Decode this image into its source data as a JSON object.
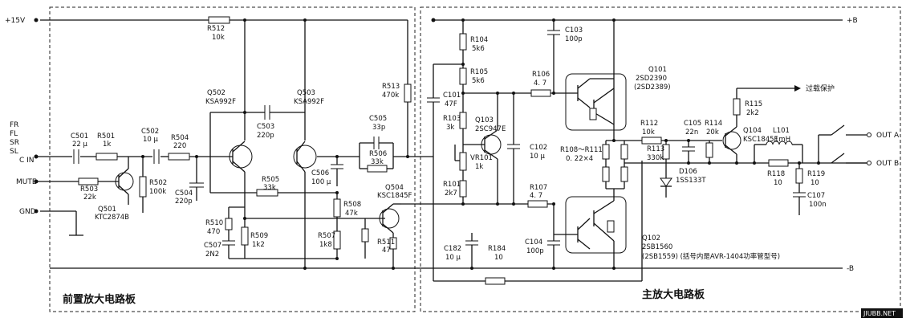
{
  "rails": {
    "plus15": "+15V",
    "plusB": "+B",
    "minusB": "-B",
    "gnd": "GND"
  },
  "inputs": {
    "channels": [
      "FR",
      "FL",
      "SR",
      "SL"
    ],
    "cin": "C IN",
    "mute": "MUTE"
  },
  "outputs": {
    "a": "OUT A",
    "b": "OUT B",
    "overload": "过载保护"
  },
  "boards": {
    "pre": "前置放大电路板",
    "main": "主放大电路板"
  },
  "parts": {
    "C501": [
      "C501",
      "22 μ"
    ],
    "R501": [
      "R501",
      "1k"
    ],
    "C502": [
      "C502",
      "10 μ"
    ],
    "R504": [
      "R504",
      "220"
    ],
    "R503": [
      "R503",
      "22k"
    ],
    "Q501": [
      "Q501",
      "KTC2874B"
    ],
    "R502": [
      "R502",
      "100k"
    ],
    "R512": [
      "R512",
      "10k"
    ],
    "Q502": [
      "Q502",
      "KSA992F"
    ],
    "Q503": [
      "Q503",
      "KSA992F"
    ],
    "C503": [
      "C503",
      "220p"
    ],
    "C504": [
      "C504",
      "220p"
    ],
    "R505": [
      "R505",
      "33k"
    ],
    "C506": [
      "C506",
      "100 μ"
    ],
    "R508": [
      "R508",
      "47k"
    ],
    "R510": [
      "R510",
      "470"
    ],
    "C507": [
      "C507",
      "2N2"
    ],
    "R509": [
      "R509",
      "1k2"
    ],
    "R507": [
      "R507",
      "1k8"
    ],
    "Q504": [
      "Q504",
      "KSC1845F"
    ],
    "R511": [
      "R511",
      "47"
    ],
    "R513": [
      "R513",
      "470k"
    ],
    "C505": [
      "C505",
      "33p"
    ],
    "R506": [
      "R506",
      "33k"
    ],
    "C101": [
      "C101",
      "47F"
    ],
    "R104": [
      "R104",
      "5k6"
    ],
    "R105": [
      "R105",
      "5k6"
    ],
    "R103": [
      "R103",
      "3k"
    ],
    "Q103": [
      "Q103",
      "2SC947E"
    ],
    "VR101": [
      "VR101",
      "1k"
    ],
    "R101": [
      "R101",
      "2k7"
    ],
    "C103": [
      "C103",
      "100p"
    ],
    "R106": [
      "R106",
      "4. 7"
    ],
    "C102": [
      "C102",
      "10 μ"
    ],
    "R107": [
      "R107",
      "4. 7"
    ],
    "Q101": [
      "Q101",
      "2SD2390",
      "(2SD2389)"
    ],
    "Q102": [
      "Q102",
      "2SB1560",
      "(2SB1559) (括号内是AVR-1404功率管型号)"
    ],
    "C182": [
      "C182",
      "10 μ"
    ],
    "R184": [
      "R184",
      "10"
    ],
    "C104": [
      "C104",
      "100p"
    ],
    "R108": [
      "R108～R111",
      "0. 22×4"
    ],
    "R112": [
      "R112",
      "10k"
    ],
    "R113": [
      "R113",
      "330k"
    ],
    "D106": [
      "D106",
      "1SS133T"
    ],
    "C105": [
      "C105",
      "22n"
    ],
    "R114": [
      "R114",
      "20k"
    ],
    "Q104": [
      "Q104",
      "KSC1845F"
    ],
    "R115": [
      "R115",
      "2k2"
    ],
    "L101": [
      "L101",
      "1mH"
    ],
    "R118": [
      "R118",
      "10"
    ],
    "R119": [
      "R119",
      "10"
    ],
    "C107": [
      "C107",
      "100n"
    ]
  },
  "watermark": "JIUBB.NET"
}
